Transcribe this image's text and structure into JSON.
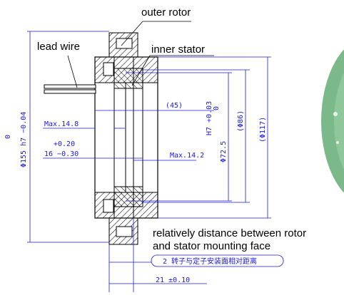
{
  "callouts": {
    "outer_rotor": "outer rotor",
    "lead_wire": "lead wire",
    "inner_stator": "inner stator",
    "note_line1": "relatively distance between rotor",
    "note_line2": "and stator mounting face"
  },
  "dimensions": {
    "d45": "(45)",
    "max148": "Max.14.8",
    "tol_plus": "+0.20",
    "tol_base": "16 −0.30",
    "max142": "Max.14.2",
    "d155_zero": "0",
    "d155": "Φ155 h7 −0.04",
    "h7": "H7 +0.03",
    "h7_zero": "0",
    "d725": "Φ72.5",
    "d86": "(Φ86)",
    "d117": "(Φ117)",
    "chinese_note": "2 转子与定子安装面相对距离",
    "d21": "21 ±0.10"
  },
  "colors": {
    "drawing_line": "#1a1adf",
    "outline": "#000000",
    "disc": "#7bb98a"
  }
}
